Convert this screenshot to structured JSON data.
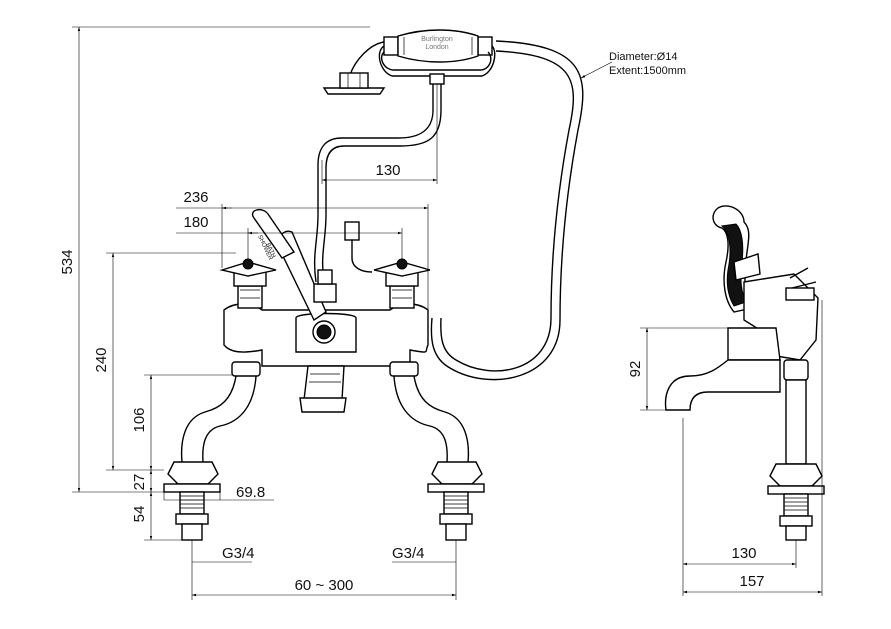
{
  "drawing": {
    "hose_note": {
      "diameter": "Diameter:Ø14",
      "extent": "Extent:1500mm"
    },
    "handset_brand": {
      "name": "Burlington",
      "city": "London"
    },
    "lever_label": {
      "line1": "SHOWER",
      "line2": "BATH"
    },
    "front_view_dims": {
      "total_height": "534",
      "handset_offset": "130",
      "width_overall": "236",
      "width_handles": "180",
      "height_body": "240",
      "height_leg": "106",
      "flange_height": "27",
      "flange_diameter": "69.8",
      "shank_length": "54",
      "thread_left": "G3/4",
      "thread_right": "G3/4",
      "centres": "60 ~ 300"
    },
    "side_view_dims": {
      "spout_height": "92",
      "spout_reach": "130",
      "depth": "157"
    }
  }
}
